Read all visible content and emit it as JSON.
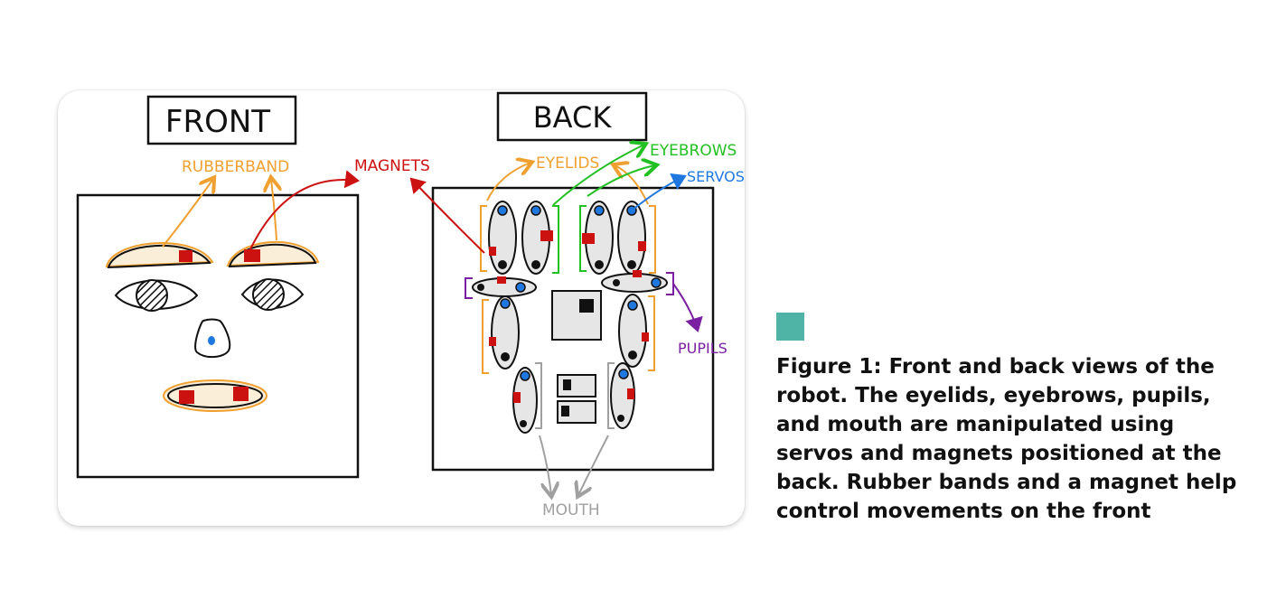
{
  "diagram": {
    "front_title": "FRONT",
    "back_title": "BACK",
    "labels": {
      "rubberband": "RUBBERBAND",
      "magnets": "MAGNETS",
      "eyelids": "EYELIDS",
      "eyebrows": "EYEBROWS",
      "servos": "SERVOS",
      "pupils": "PUPILS",
      "mouth": "MOUTH"
    },
    "colors": {
      "rubberband": "#f0a030",
      "magnets": "#cc1111",
      "eyebrows": "#22c022",
      "servos": "#1f78e0",
      "pupils": "#7b1fa2",
      "mouth": "#a0a0a0",
      "servo_body": "#e6e6e6"
    }
  },
  "figure": {
    "swatch_color": "#4fb3a5",
    "caption": "Figure 1: Front and back views of the robot. The eyelids, eyebrows, pupils, and mouth are manipulated using servos and magnets positioned at the back. Rubber bands and a magnet help control movements on the front"
  }
}
